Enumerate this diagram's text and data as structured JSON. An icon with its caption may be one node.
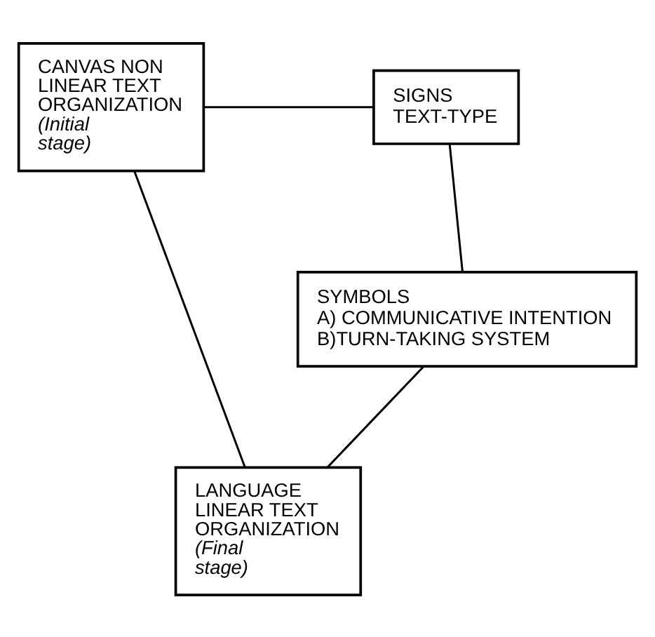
{
  "diagram": {
    "nodes": [
      {
        "text": [
          "CANVAS NON LINEAR TEXT ORGANIZATION",
          "(Initial stage)"
        ]
      },
      {
        "text": [
          "SIGNS TEXT-TYPE"
        ]
      },
      {
        "text": [
          "SYMBOLS",
          "A) COMMUNICATIVE INTENTION",
          "B)TURN-TAKING SYSTEM"
        ]
      },
      {
        "text": [
          "LANGUAGE LINEAR TEXT ORGANIZATION",
          "(Final stage)"
        ]
      }
    ],
    "edges": [
      {
        "from": 0,
        "to": 1,
        "arrow": "none"
      },
      {
        "from": 1,
        "to": 2,
        "arrow": "none"
      },
      {
        "from": 0,
        "to": 3,
        "arrow": "none"
      },
      {
        "from": 2,
        "to": 3,
        "arrow": "none"
      }
    ]
  }
}
